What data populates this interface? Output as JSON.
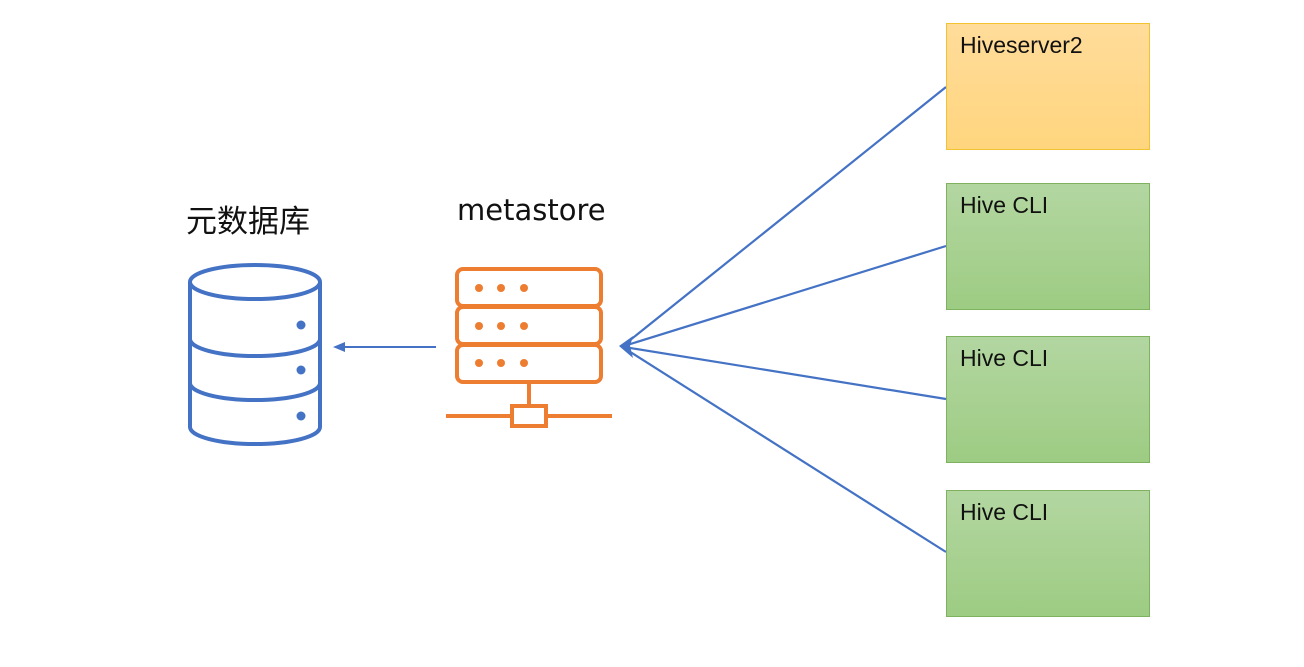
{
  "database": {
    "label": "元数据库",
    "icon": "database-icon",
    "color": "#4472c4"
  },
  "metastore": {
    "label": "metastore",
    "icon": "server-rack-icon",
    "color": "#ed7d31"
  },
  "arrow_color": "#4472c4",
  "clients": [
    {
      "label": "Hiveserver2",
      "color": "#ffd57e"
    },
    {
      "label": "Hive CLI",
      "color": "#a9d18e"
    },
    {
      "label": "Hive CLI",
      "color": "#a9d18e"
    },
    {
      "label": "Hive CLI",
      "color": "#a9d18e"
    }
  ]
}
